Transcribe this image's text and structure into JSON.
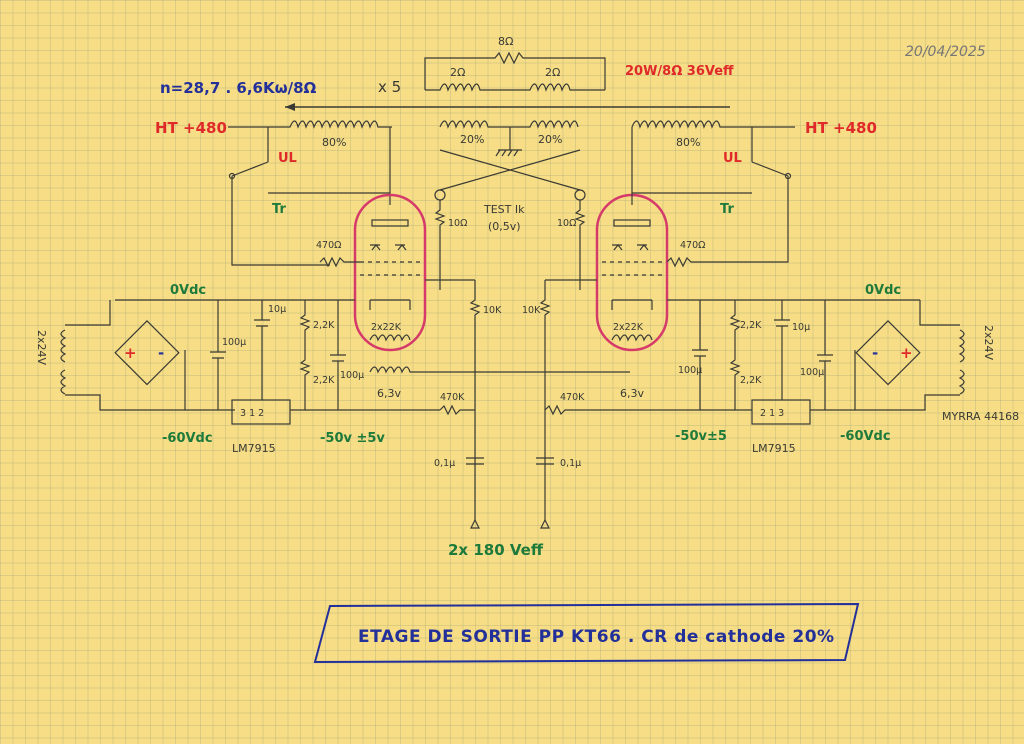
{
  "date": "20/04/2025",
  "title": "ETAGE DE SORTIE PP KT66 . CR de cathode 20%",
  "transformer_ratio": "n=28,7 . 6,6Kω/8Ω",
  "x5": "x 5",
  "power_spec": "20W/8Ω 36Veff",
  "output": {
    "load": "8Ω",
    "coil_left": "2Ω",
    "coil_right": "2Ω",
    "tap_left": "20%",
    "tap_right": "20%"
  },
  "left": {
    "ht": "HT +480",
    "ul": "UL",
    "tr": "Tr",
    "primary_tap": "80%",
    "grid_res": "470Ω",
    "cathode_res": "10Ω",
    "supply": "0Vdc",
    "neg60": "-60Vdc",
    "neg50": "-50v ±5v",
    "regulator": "LM7915",
    "reg_pins": "3 1 2",
    "cap1": "100µ",
    "cap2": "10µ",
    "cap3": "100µ",
    "res1": "2,2K",
    "pot": "2,2K",
    "cath_pair": "2x22K",
    "heater": "6,3v",
    "grid_leak": "10K",
    "series_res": "470K",
    "coupling_cap": "0,1µ",
    "transformer": "2x24V"
  },
  "right": {
    "ht": "HT +480",
    "ul": "UL",
    "tr": "Tr",
    "primary_tap": "80%",
    "grid_res": "470Ω",
    "cathode_res": "10Ω",
    "supply": "0Vdc",
    "neg60": "-60Vdc",
    "neg50": "-50v±5",
    "regulator": "LM7915",
    "reg_pins": "2 1 3",
    "cap1": "10µ",
    "cap2": "100µ",
    "cap3": "100µ",
    "res1": "2,2K",
    "pot": "2,2K",
    "cath_pair": "2x22K",
    "heater": "6,3v",
    "grid_leak": "10K",
    "series_res": "470K",
    "coupling_cap": "0,1µ",
    "transformer": "2x24V",
    "transformer_ref": "MYRRA 44168"
  },
  "test_label": "TEST Ik",
  "test_value": "(0,5v)",
  "input_label": "2x 180 Veff",
  "colors": {
    "paper": "#f6dd86",
    "ink": "#3a3a34",
    "blue": "#23309a",
    "red": "#e02a2a",
    "green": "#1d7a3a",
    "tube": "#d63a6a"
  }
}
